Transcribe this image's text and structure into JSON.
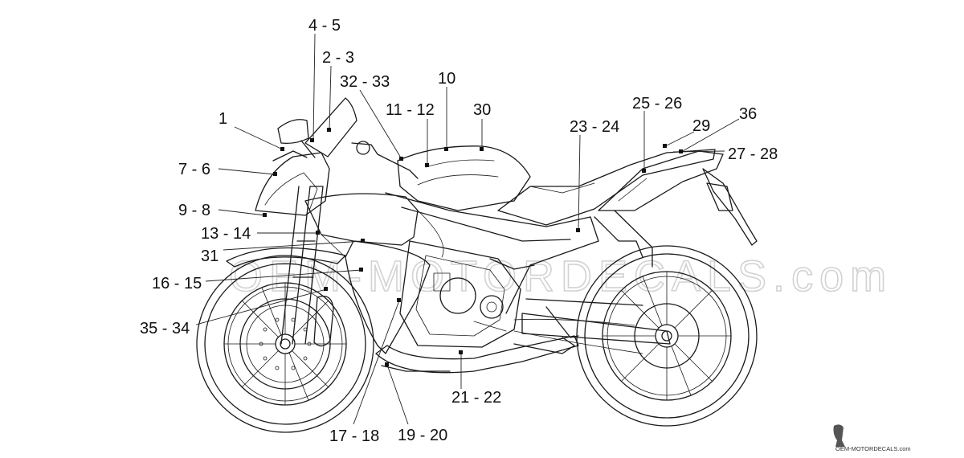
{
  "diagram": {
    "callouts": [
      {
        "id": "c-4-5",
        "text": "4 - 5"
      },
      {
        "id": "c-2-3",
        "text": "2 - 3"
      },
      {
        "id": "c-32-33",
        "text": "32 - 33"
      },
      {
        "id": "c-10",
        "text": "10"
      },
      {
        "id": "c-1",
        "text": "1"
      },
      {
        "id": "c-11-12",
        "text": "11 - 12"
      },
      {
        "id": "c-30",
        "text": "30"
      },
      {
        "id": "c-25-26",
        "text": "25 - 26"
      },
      {
        "id": "c-36",
        "text": "36"
      },
      {
        "id": "c-23-24",
        "text": "23 - 24"
      },
      {
        "id": "c-29",
        "text": "29"
      },
      {
        "id": "c-27-28",
        "text": "27 - 28"
      },
      {
        "id": "c-7-6",
        "text": "7 - 6"
      },
      {
        "id": "c-9-8",
        "text": "9 - 8"
      },
      {
        "id": "c-13-14",
        "text": "13 - 14"
      },
      {
        "id": "c-31",
        "text": "31"
      },
      {
        "id": "c-16-15",
        "text": "16 - 15"
      },
      {
        "id": "c-35-34",
        "text": "35 - 34"
      },
      {
        "id": "c-21-22",
        "text": "21 - 22"
      },
      {
        "id": "c-17-18",
        "text": "17 - 18"
      },
      {
        "id": "c-19-20",
        "text": "19 - 20"
      }
    ],
    "watermark": "OEM-MOTORDECALS.com",
    "credit": "OEM-MOTORDECALS.com"
  },
  "colors": {
    "background": "#ffffff",
    "ink": "#111111",
    "watermark": "#d2d2d2"
  }
}
